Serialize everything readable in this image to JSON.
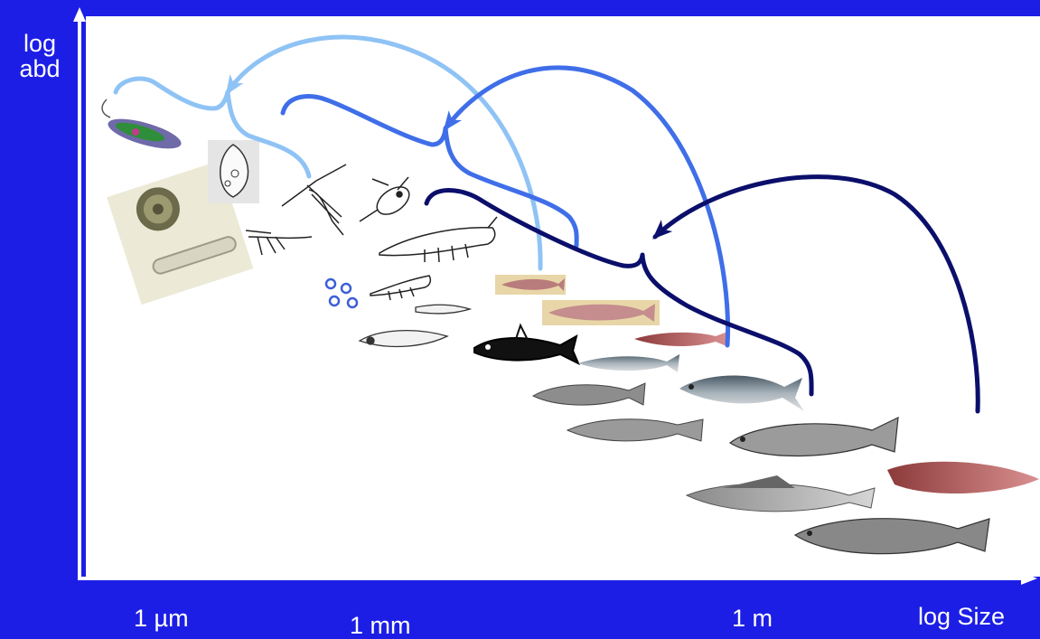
{
  "axes": {
    "y_label_line1": "log",
    "y_label_line2": "abd",
    "x_label": "log Size",
    "x_ticks": [
      "1 µm",
      "1 mm",
      "1 m"
    ]
  },
  "colors": {
    "background": "#1c1ee6",
    "panel": "#ffffff",
    "arrow_light": "#8fc3f5",
    "arrow_mid": "#3f6ee8",
    "arrow_dark": "#0b0f6b",
    "circles": "#3c5fd6"
  }
}
